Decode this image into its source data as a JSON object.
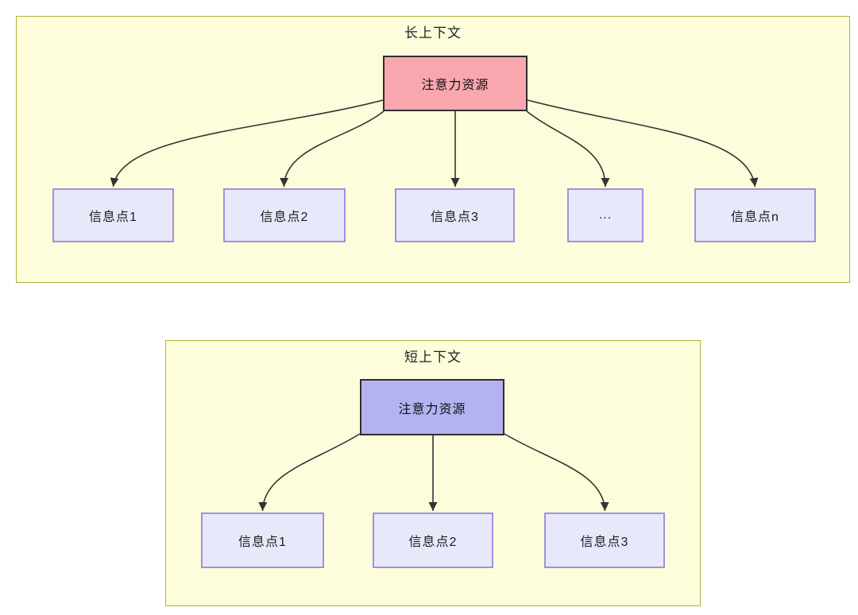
{
  "diagrams": [
    {
      "title": "长上下文",
      "attention": {
        "label": "注意力资源",
        "fill": "#f9a7ae",
        "border": "#2e2e2e"
      },
      "nodes": [
        {
          "label": "信息点1"
        },
        {
          "label": "信息点2"
        },
        {
          "label": "信息点3"
        },
        {
          "label": "..."
        },
        {
          "label": "信息点n"
        }
      ]
    },
    {
      "title": "短上下文",
      "attention": {
        "label": "注意力资源",
        "fill": "#b3b3f1",
        "border": "#2e2e2e"
      },
      "nodes": [
        {
          "label": "信息点1"
        },
        {
          "label": "信息点2"
        },
        {
          "label": "信息点3"
        }
      ]
    }
  ],
  "colors": {
    "group_fill": "#fdfddc",
    "group_border": "#b2b23c",
    "info_fill": "#e8e8fb",
    "info_border": "#a090dc",
    "arrow": "#333333",
    "text": "#1f1f1f"
  }
}
